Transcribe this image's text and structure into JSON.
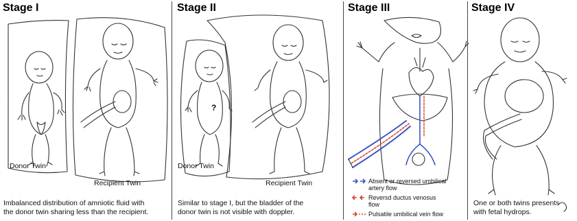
{
  "stages": [
    {
      "title": "Stage I",
      "labels": {
        "donor": "Donor Twin",
        "recipient": "Recipient Twin"
      },
      "caption": [
        "Imbalanced distribution of amniotic fluid with",
        "the donor twin sharing less than the recipient."
      ]
    },
    {
      "title": "Stage II",
      "labels": {
        "donor": "Donor Twin",
        "recipient": "Recipient Twin",
        "bladder_mark": "?"
      },
      "caption": [
        "Similar to stage I, but the bladder of the",
        "donor twin is not visible with doppler."
      ]
    },
    {
      "title": "Stage III",
      "legend": [
        {
          "text": [
            "Absent or reversed umbilical",
            "artery flow"
          ],
          "color": "#3a55c0"
        },
        {
          "text": [
            "Reversd ductus venosus",
            "flow"
          ],
          "color": "#d9422b"
        },
        {
          "text": [
            "Pulsatile umbilical vein flow"
          ],
          "color": "#d9422b"
        }
      ]
    },
    {
      "title": "Stage IV",
      "caption": [
        "One or both twins presents",
        "with fetal hydrops."
      ]
    }
  ],
  "colors": {
    "line": "#333333",
    "artery": "#3a55c0",
    "vein": "#d9422b",
    "vessel_fill": "#c9cbe0"
  }
}
